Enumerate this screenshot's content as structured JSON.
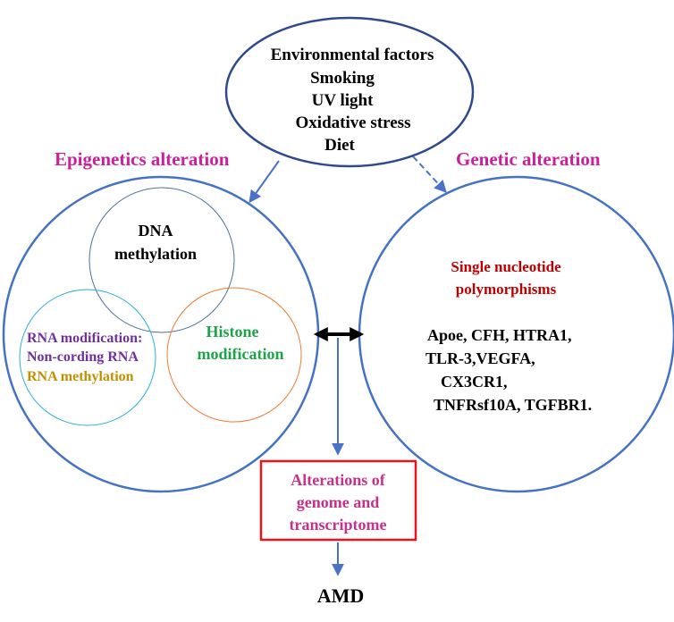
{
  "environment": {
    "title": "Environmental  factors",
    "factors": [
      "Smoking",
      "UV light",
      "Oxidative stress",
      "Diet"
    ]
  },
  "epigenetics": {
    "heading": "Epigenetics alteration",
    "dna": [
      "DNA",
      "methylation"
    ],
    "histone": [
      "Histone",
      "modification"
    ],
    "rna": [
      "RNA modification:",
      "Non-cording RNA",
      "RNA methylation"
    ]
  },
  "genetic": {
    "heading": "Genetic alteration",
    "snp": [
      "Single nucleotide",
      "polymorphisms"
    ],
    "genes": [
      "Apoe, CFH, HTRA1,",
      "TLR-3,VEGFA,",
      "CX3CR1,",
      "TNFRsf10A, TGFBR1."
    ]
  },
  "outcome": {
    "box": [
      "Alterations of",
      "genome and",
      "transcriptome"
    ],
    "final": "AMD"
  },
  "colors": {
    "outline": "#3a62c2",
    "env_outline": "#2e4a8c",
    "heading": "#cc1f99",
    "snp": "#c00000",
    "histone": "#1fa34a",
    "rna_purple": "#7030a0",
    "rna_gold": "#c09000",
    "box_border": "#e8141c",
    "box_text": "#c8308a"
  }
}
